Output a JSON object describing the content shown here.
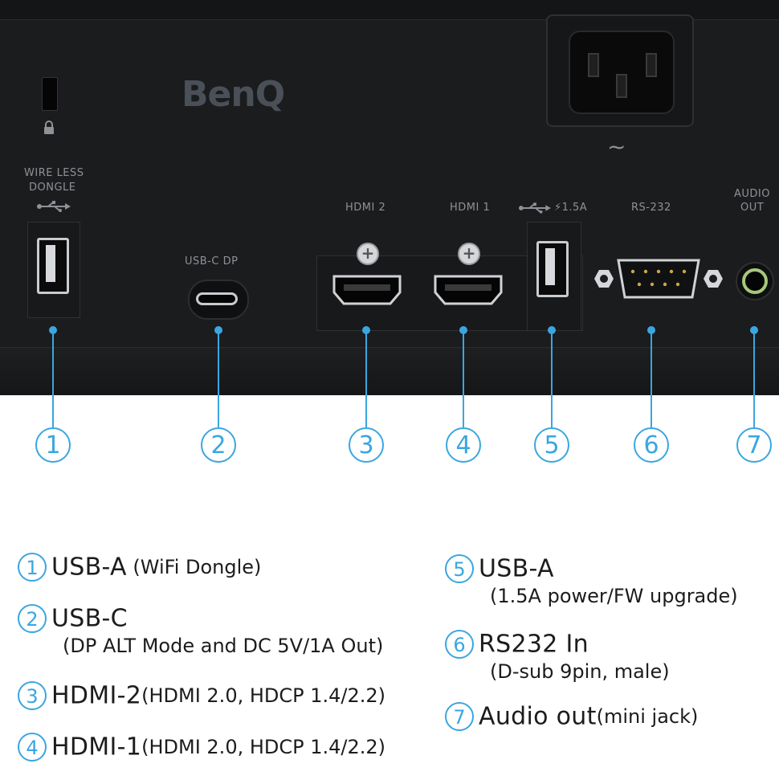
{
  "panel": {
    "logo": "BenQ",
    "labels": {
      "wireless_dongle_1": "WIRE LESS",
      "wireless_dongle_2": "DONGLE",
      "usb_c_dp": "USB-C DP",
      "hdmi2": "HDMI 2",
      "hdmi1": "HDMI 1",
      "usb_power": "⚡1.5A",
      "rs232": "RS-232",
      "audio_1": "AUDIO",
      "audio_2": "OUT",
      "power_symbol": "~"
    },
    "callouts": [
      "1",
      "2",
      "3",
      "4",
      "5",
      "6",
      "7"
    ],
    "accent_color": "#3aa6e0"
  },
  "legend": [
    {
      "num": "1",
      "name": "USB-A",
      "desc": " (WiFi Dongle)",
      "desc2": ""
    },
    {
      "num": "2",
      "name": "USB-C",
      "desc": "",
      "desc2": "(DP ALT Mode and DC 5V/1A Out)"
    },
    {
      "num": "3",
      "name": "HDMI-2",
      "desc": "(HDMI 2.0, HDCP 1.4/2.2)",
      "desc2": ""
    },
    {
      "num": "4",
      "name": "HDMI-1",
      "desc": "(HDMI 2.0, HDCP 1.4/2.2)",
      "desc2": ""
    },
    {
      "num": "5",
      "name": "USB-A",
      "desc": "",
      "desc2": "(1.5A power/FW upgrade)"
    },
    {
      "num": "6",
      "name": "RS232 In",
      "desc": "",
      "desc2": "(D-sub 9pin, male)"
    },
    {
      "num": "7",
      "name": "Audio out",
      "desc": "(mini jack)",
      "desc2": ""
    }
  ]
}
